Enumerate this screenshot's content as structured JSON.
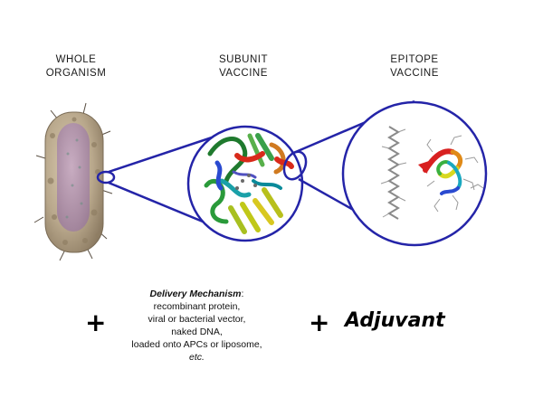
{
  "columns": [
    {
      "line1": "WHOLE",
      "line2": "ORGANISM"
    },
    {
      "line1": "SUBUNIT",
      "line2": "VACCINE"
    },
    {
      "line1": "EPITOPE",
      "line2": "VACCINE"
    }
  ],
  "plus_symbols": [
    "+",
    "+"
  ],
  "delivery": {
    "heading": "Delivery Mechanism",
    "heading_suffix": ":",
    "lines": [
      "recombinant protein,",
      "viral or bacterial vector,",
      "naked DNA,",
      "loaded onto APCs or liposome,"
    ],
    "etc": "etc."
  },
  "adjuvant": "Adjuvant",
  "colors": {
    "outline": "#2424a8",
    "cell_body": "#b9a88c",
    "cell_interior": "#a98aa8"
  },
  "icons": [
    "bacterium-illustration",
    "protein-structure-illustration",
    "peptide-epitope-illustration"
  ]
}
